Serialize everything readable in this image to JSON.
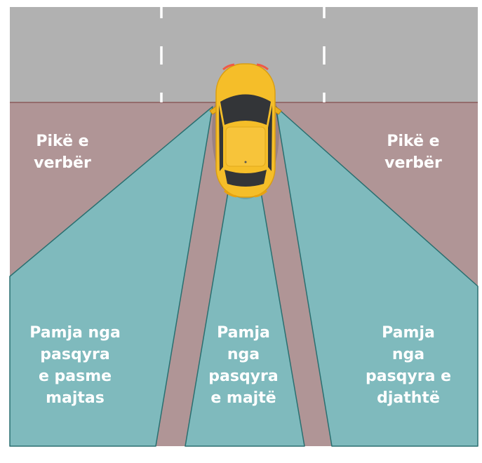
{
  "colors": {
    "road": "#b1b1b1",
    "blind_zone": "#b09596",
    "mirror_view": "#7fbabd",
    "lane_marking": "#ffffff",
    "car_body": "#f5be29"
  },
  "labels": {
    "blind_left": [
      "Pikë e",
      "verbër"
    ],
    "blind_right": [
      "Pikë e",
      "verbër"
    ],
    "view_left": [
      "Pamja nga",
      "pasqyra",
      "e pasme",
      "majtas"
    ],
    "view_center": [
      "Pamja",
      "nga",
      "pasqyra",
      "e majtë"
    ],
    "view_right": [
      "Pamja",
      "nga",
      "pasqyra e",
      "djathtë"
    ]
  },
  "icons": {
    "car": "car-top-view-icon"
  }
}
